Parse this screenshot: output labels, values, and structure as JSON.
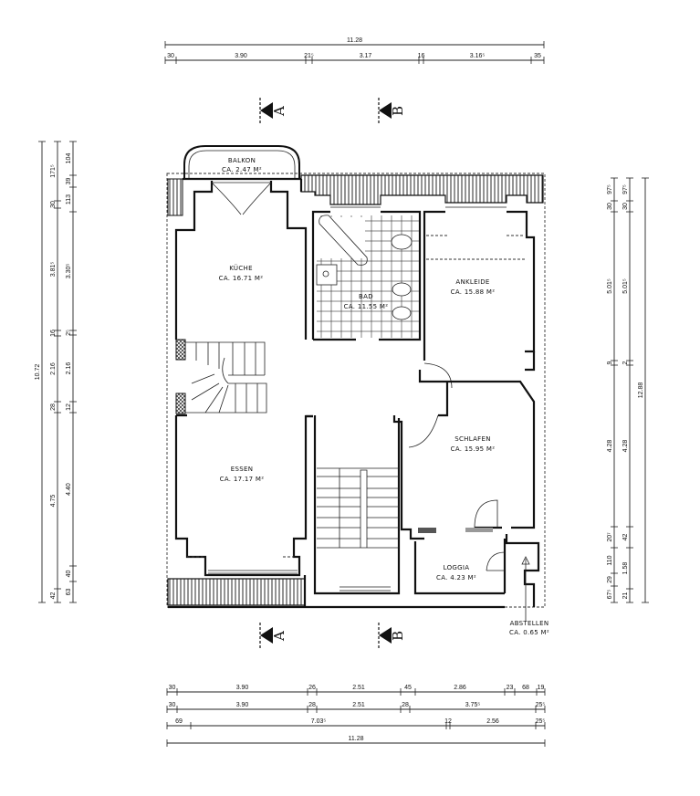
{
  "rooms": [
    {
      "name": "BALKON",
      "area": "CA. 2.47 M²"
    },
    {
      "name": "KÜCHE",
      "area": "CA. 16.71 M²"
    },
    {
      "name": "BAD",
      "area": "CA. 11.55 M²"
    },
    {
      "name": "ANKLEIDE",
      "area": "CA. 15.88 M²"
    },
    {
      "name": "SCHLAFEN",
      "area": "CA. 15.95 M²"
    },
    {
      "name": "ESSEN",
      "area": "CA. 17.17 M²"
    },
    {
      "name": "LOGGIA",
      "area": "CA. 4.23 M²"
    },
    {
      "name": "ABSTELLEN",
      "area": "CA. 0.65 M²"
    }
  ],
  "section_markers": {
    "a": "A",
    "b": "B"
  },
  "dimensions": {
    "top_total": "11.28",
    "top_segments": [
      "30",
      "3.90",
      "21⁵",
      "3.17",
      "16",
      "3.16⁵",
      "35"
    ],
    "bottom_row1": [
      "30",
      "3.90",
      "26",
      "2.51",
      "45",
      "2.86",
      "23",
      "68",
      "19"
    ],
    "bottom_row2": [
      "30",
      "3.90",
      "28",
      "2.51",
      "28",
      "3.75⁵",
      "25⁵"
    ],
    "bottom_row3": [
      "69",
      "7.03⁵",
      "12",
      "2.56",
      "25⁵"
    ],
    "bottom_total": "11.28",
    "left_total": "10.72",
    "left_row2": [
      "171⁵",
      "30",
      "3.81⁵",
      "16",
      "2.16",
      "28",
      "4.75",
      "42"
    ],
    "left_row3": [
      "104",
      "39",
      "113",
      "3.30⁵",
      "2⁵",
      "2.16",
      "12",
      "4.40",
      "40",
      "63"
    ],
    "right_row1": [
      "97⁵",
      "30",
      "5.01⁵",
      "9",
      "4.28",
      "20⁷",
      "110",
      "29",
      "67⁵"
    ],
    "right_row2": [
      "97⁵",
      "30",
      "5.01⁵",
      "2",
      "4.28",
      "42",
      "1.58",
      "21"
    ],
    "right_total": "12.88"
  }
}
